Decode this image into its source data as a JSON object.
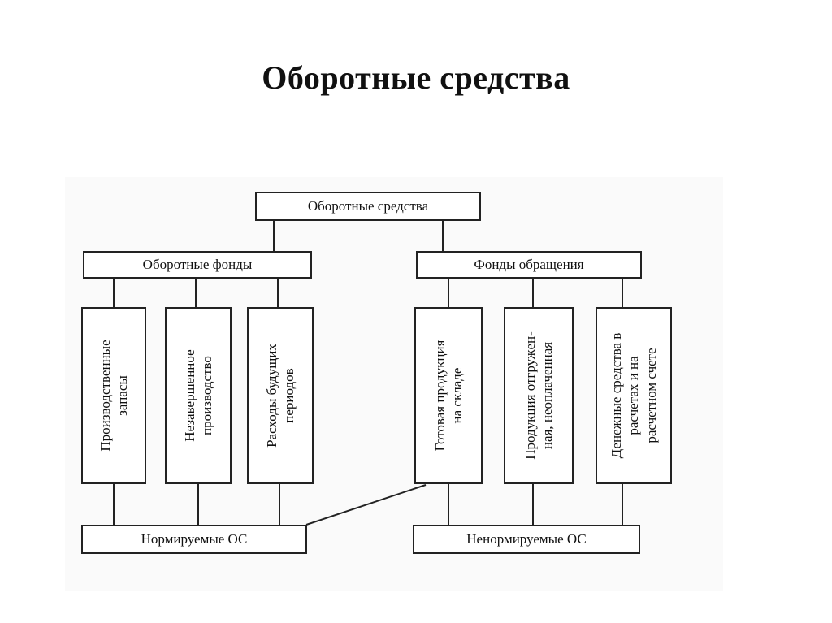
{
  "title": "Оборотные средства",
  "diagram": {
    "root": "Оборотные средства",
    "left_group": {
      "label": "Оборотные фонды",
      "items": [
        {
          "line1": "Производственные",
          "line2": "запасы"
        },
        {
          "line1": "Незавершенное",
          "line2": "производство"
        },
        {
          "line1": "Расходы будущих",
          "line2": "периодов"
        }
      ]
    },
    "right_group": {
      "label": "Фонды обращения",
      "items": [
        {
          "line1": "Готовая продукция",
          "line2": "на складе"
        },
        {
          "line1": "Продукция отгружен-",
          "line2": "ная, неоплаченная"
        },
        {
          "line1": "Денежные средства в",
          "line2": "расчетах и на",
          "line3": "расчетном счете"
        }
      ]
    },
    "normed": "Нормируемые ОС",
    "non_normed": "Ненормируемые ОС"
  }
}
